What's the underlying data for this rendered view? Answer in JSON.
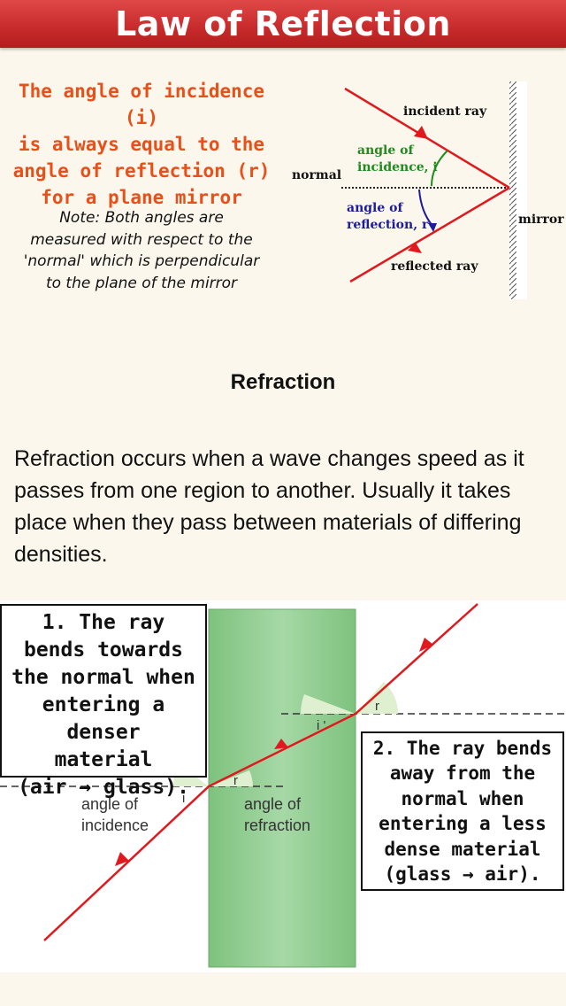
{
  "title": "Law of Reflection",
  "rule": {
    "lines": [
      "The angle of incidence (i)",
      "is always equal to the",
      "angle of reflection (r)",
      "for a plane mirror"
    ]
  },
  "note": {
    "lines": [
      "Note: Both angles are",
      "measured with respect to the",
      "'normal' which is perpendicular",
      "to the plane of the mirror"
    ]
  },
  "mirror_diagram": {
    "incident_ray": "incident ray",
    "angle_incidence_1": "angle of",
    "angle_incidence_2": "incidence, i",
    "normal": "normal",
    "angle_reflection_1": "angle of",
    "angle_reflection_2": "reflection, r",
    "mirror": "mirror",
    "reflected_ray": "reflected ray"
  },
  "refraction": {
    "heading": "Refraction",
    "paragraph": "Refraction occurs when a wave changes speed as it passes from one region to another. Usually it takes place when they pass between materials of differing densities.",
    "callout1": [
      "1.  The ray",
      "bends towards",
      "the normal when",
      "entering a denser",
      "material",
      "(air → glass)."
    ],
    "callout2": [
      "2. The ray bends",
      "away from the",
      "normal when",
      "entering a less",
      "dense material",
      "(glass → air)."
    ],
    "label_incidence_1": "angle of",
    "label_incidence_2": "incidence",
    "label_refraction_1": "angle of",
    "label_refraction_2": "refraction",
    "angle_i": "i",
    "angle_r": "r",
    "angle_i_prime": "i '",
    "angle_r2": "r"
  },
  "colors": {
    "title_bar": "#c72a2a",
    "rule_text": "#e8501a",
    "ray": "#e0191e",
    "angle_incidence": "#1e8c1e",
    "angle_reflection": "#1c1c9c",
    "glass": "#8cc98c"
  }
}
